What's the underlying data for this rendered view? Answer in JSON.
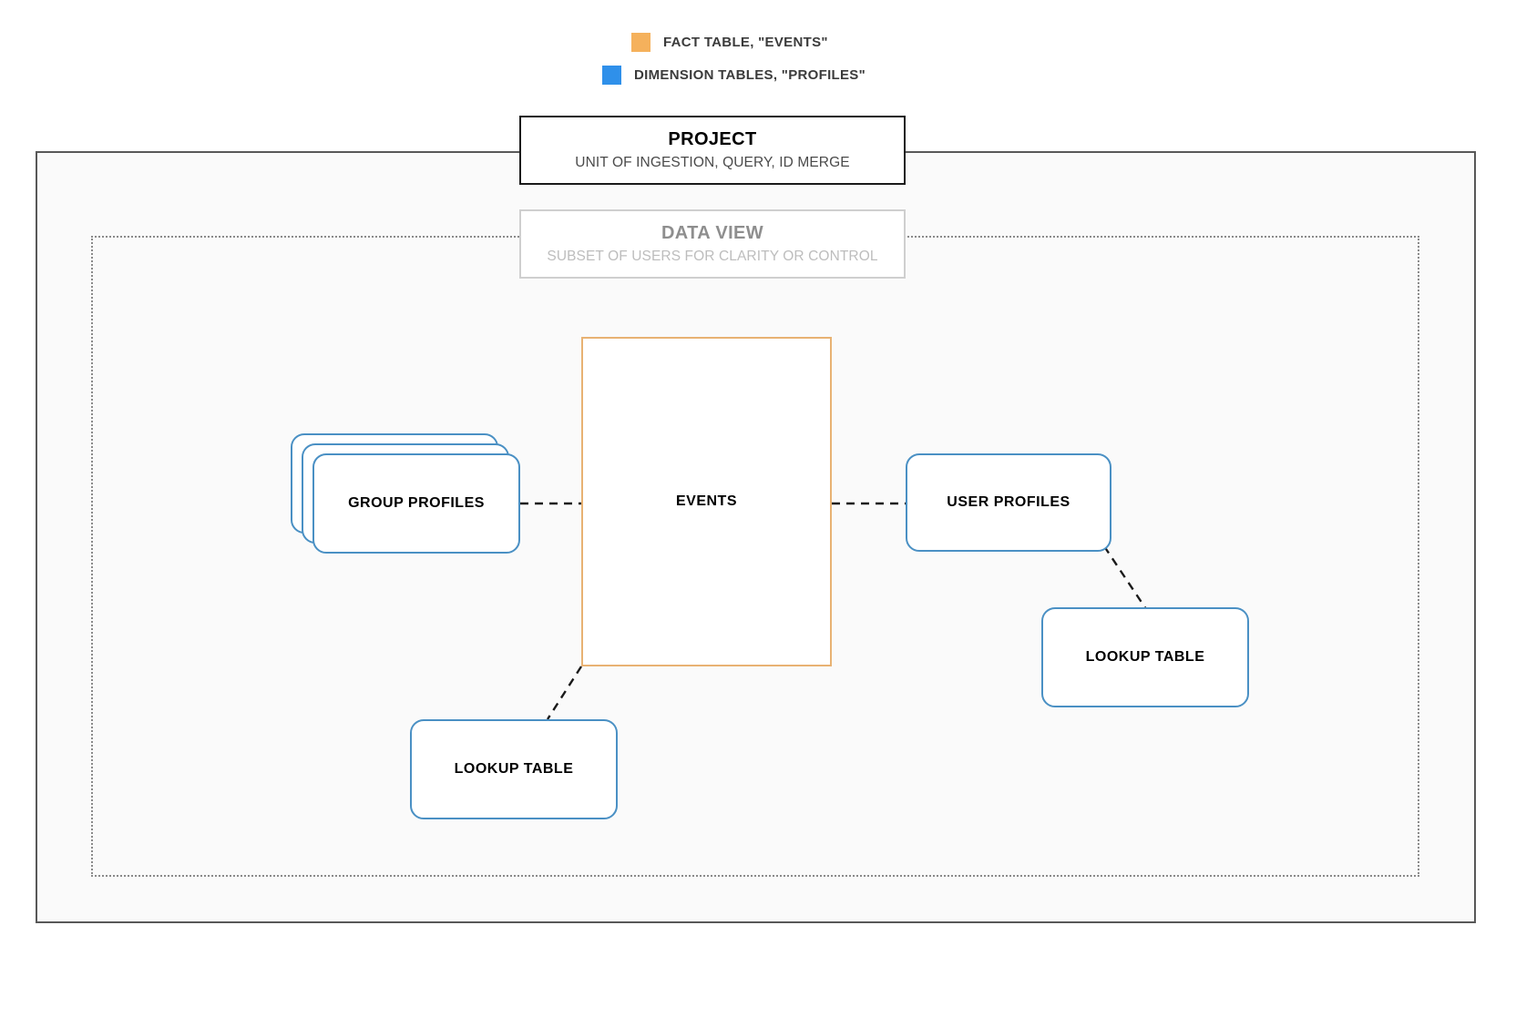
{
  "legend": {
    "items": [
      {
        "label": "FACT TABLE, \"EVENTS\"",
        "color": "#f5b15c",
        "icon": "square-swatch-icon"
      },
      {
        "label": "DIMENSION TABLES, \"PROFILES\"",
        "color": "#2f90ea",
        "icon": "square-swatch-icon"
      }
    ]
  },
  "project": {
    "title": "PROJECT",
    "subtitle": "UNIT OF INGESTION, QUERY, ID MERGE",
    "border_color": "#1a1a1a",
    "fill_color": "#fafafa"
  },
  "data_view": {
    "title": "DATA VIEW",
    "subtitle": "SUBSET OF USERS FOR CLARITY OR CONTROL",
    "border_color": "#cfcfcf",
    "text_color": "#8e8e8e"
  },
  "nodes": {
    "events": {
      "label": "EVENTS",
      "type": "fact-table",
      "color": "#e8b273"
    },
    "group_profiles": {
      "label": "GROUP PROFILES",
      "type": "dimension-table-stack",
      "color": "#4a90c4",
      "stack_count": 3
    },
    "user_profiles": {
      "label": "USER PROFILES",
      "type": "dimension-table",
      "color": "#4a90c4"
    },
    "lookup_table_left": {
      "label": "LOOKUP TABLE",
      "type": "dimension-table",
      "color": "#4a90c4"
    },
    "lookup_table_right": {
      "label": "LOOKUP TABLE",
      "type": "dimension-table",
      "color": "#4a90c4"
    }
  },
  "connections": [
    {
      "from": "group_profiles",
      "to": "events",
      "style": "dashed"
    },
    {
      "from": "events",
      "to": "user_profiles",
      "style": "dashed"
    },
    {
      "from": "user_profiles",
      "to": "lookup_table_right",
      "style": "dashed"
    },
    {
      "from": "events",
      "to": "lookup_table_left",
      "style": "dashed"
    }
  ]
}
